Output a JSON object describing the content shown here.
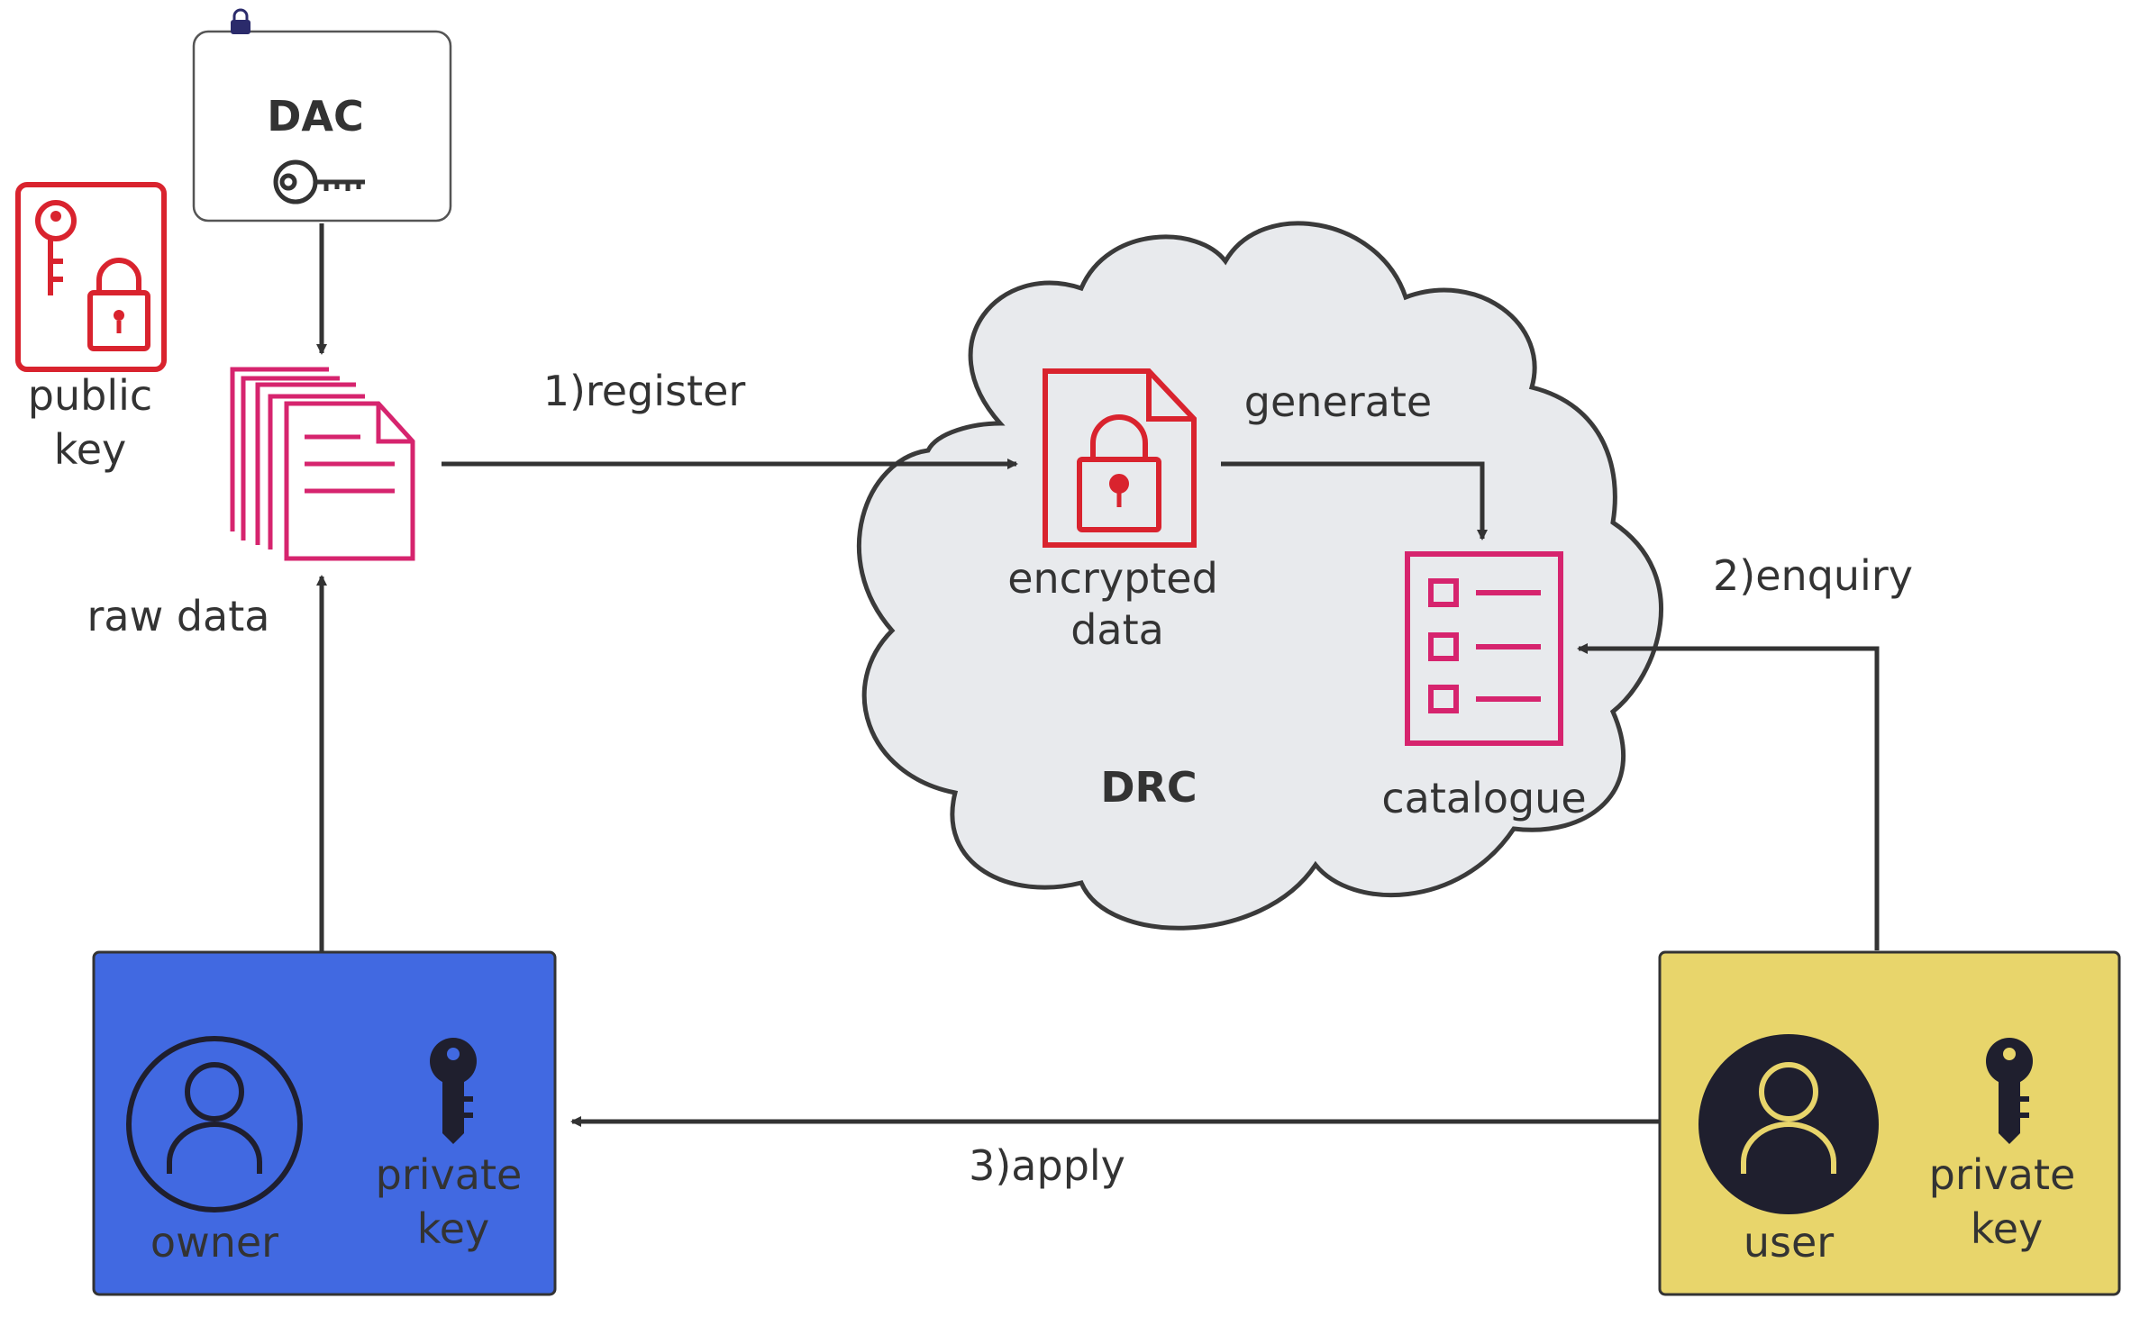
{
  "nodes": {
    "dac": {
      "label": "DAC",
      "icon": "key-icon"
    },
    "public_key": {
      "line1": "public",
      "line2": "key",
      "icon": "key-lock-icon"
    },
    "raw_data": {
      "label": "raw data",
      "icon": "documents-icon"
    },
    "drc": {
      "label": "DRC",
      "icon": "cloud-shape"
    },
    "encrypted_data": {
      "line1": "encrypted",
      "line2": "data",
      "icon": "locked-file-icon"
    },
    "catalogue": {
      "label": "catalogue",
      "icon": "checklist-icon"
    },
    "owner": {
      "label": "owner",
      "key_line1": "private",
      "key_line2": "key",
      "icon": "user-icon"
    },
    "user": {
      "label": "user",
      "key_line1": "private",
      "key_line2": "key",
      "icon": "user-icon"
    }
  },
  "edges": {
    "register": "1)register",
    "generate": "generate",
    "enquiry": "2)enquiry",
    "apply": "3)apply"
  },
  "colors": {
    "arrow": "#333333",
    "owner_fill": "#4169e1",
    "user_fill": "#e8d56b",
    "cloud_fill": "#e8eaed",
    "red_icon": "#d9232e",
    "pink_icon": "#d6246e",
    "dark_icon": "#1f1f2e"
  }
}
